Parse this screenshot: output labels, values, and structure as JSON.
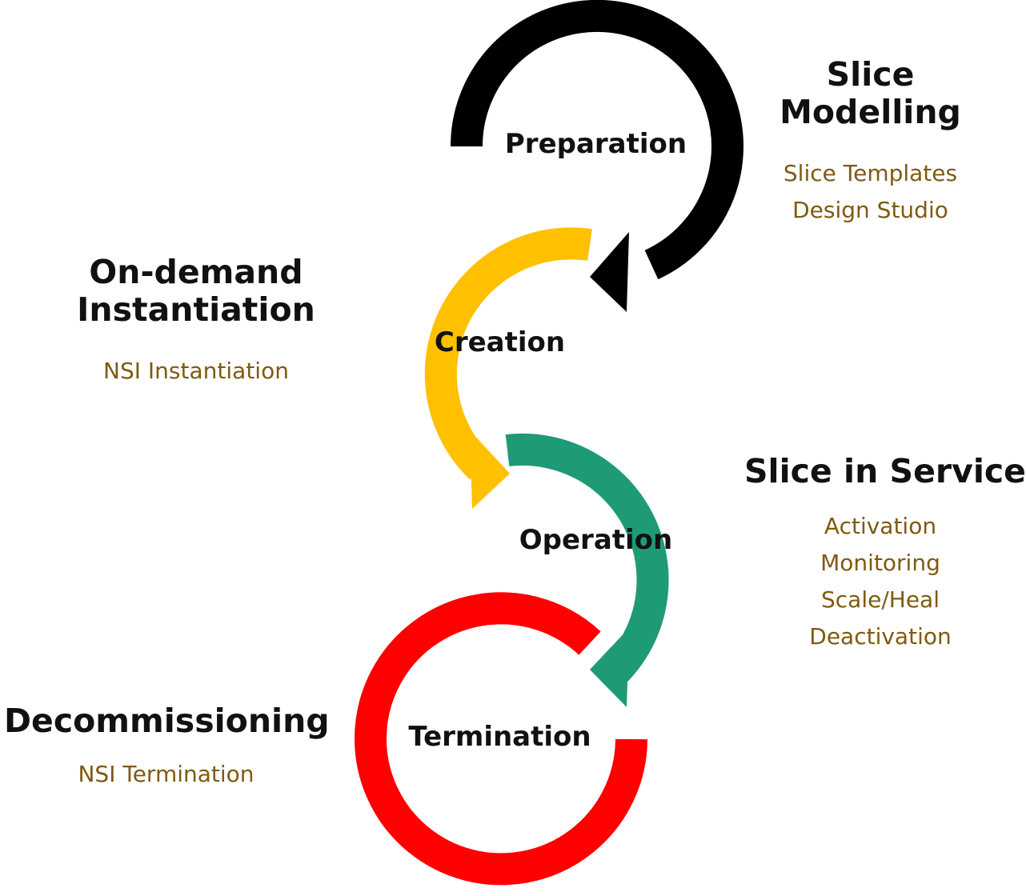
{
  "palette": {
    "background": "#ffffff",
    "text": "#111111",
    "detail_text": "#7f5a10",
    "preparation": "#000000",
    "creation": "#ffc000",
    "operation": "#1f9a76",
    "termination": "#ff0000"
  },
  "phases": [
    {
      "label": "Preparation",
      "stage_title": [
        "Slice",
        "Modelling"
      ],
      "details": [
        "Slice Templates",
        "Design Studio"
      ]
    },
    {
      "label": "Creation",
      "stage_title": [
        "On-demand",
        "Instantiation"
      ],
      "details": [
        "NSI Instantiation"
      ]
    },
    {
      "label": "Operation",
      "stage_title": [
        "Slice in Service"
      ],
      "details": [
        "Activation",
        "Monitoring",
        "Scale/Heal",
        "Deactivation"
      ]
    },
    {
      "label": "Termination",
      "stage_title": [
        "Decommissioning"
      ],
      "details": [
        "NSI Termination"
      ]
    }
  ]
}
